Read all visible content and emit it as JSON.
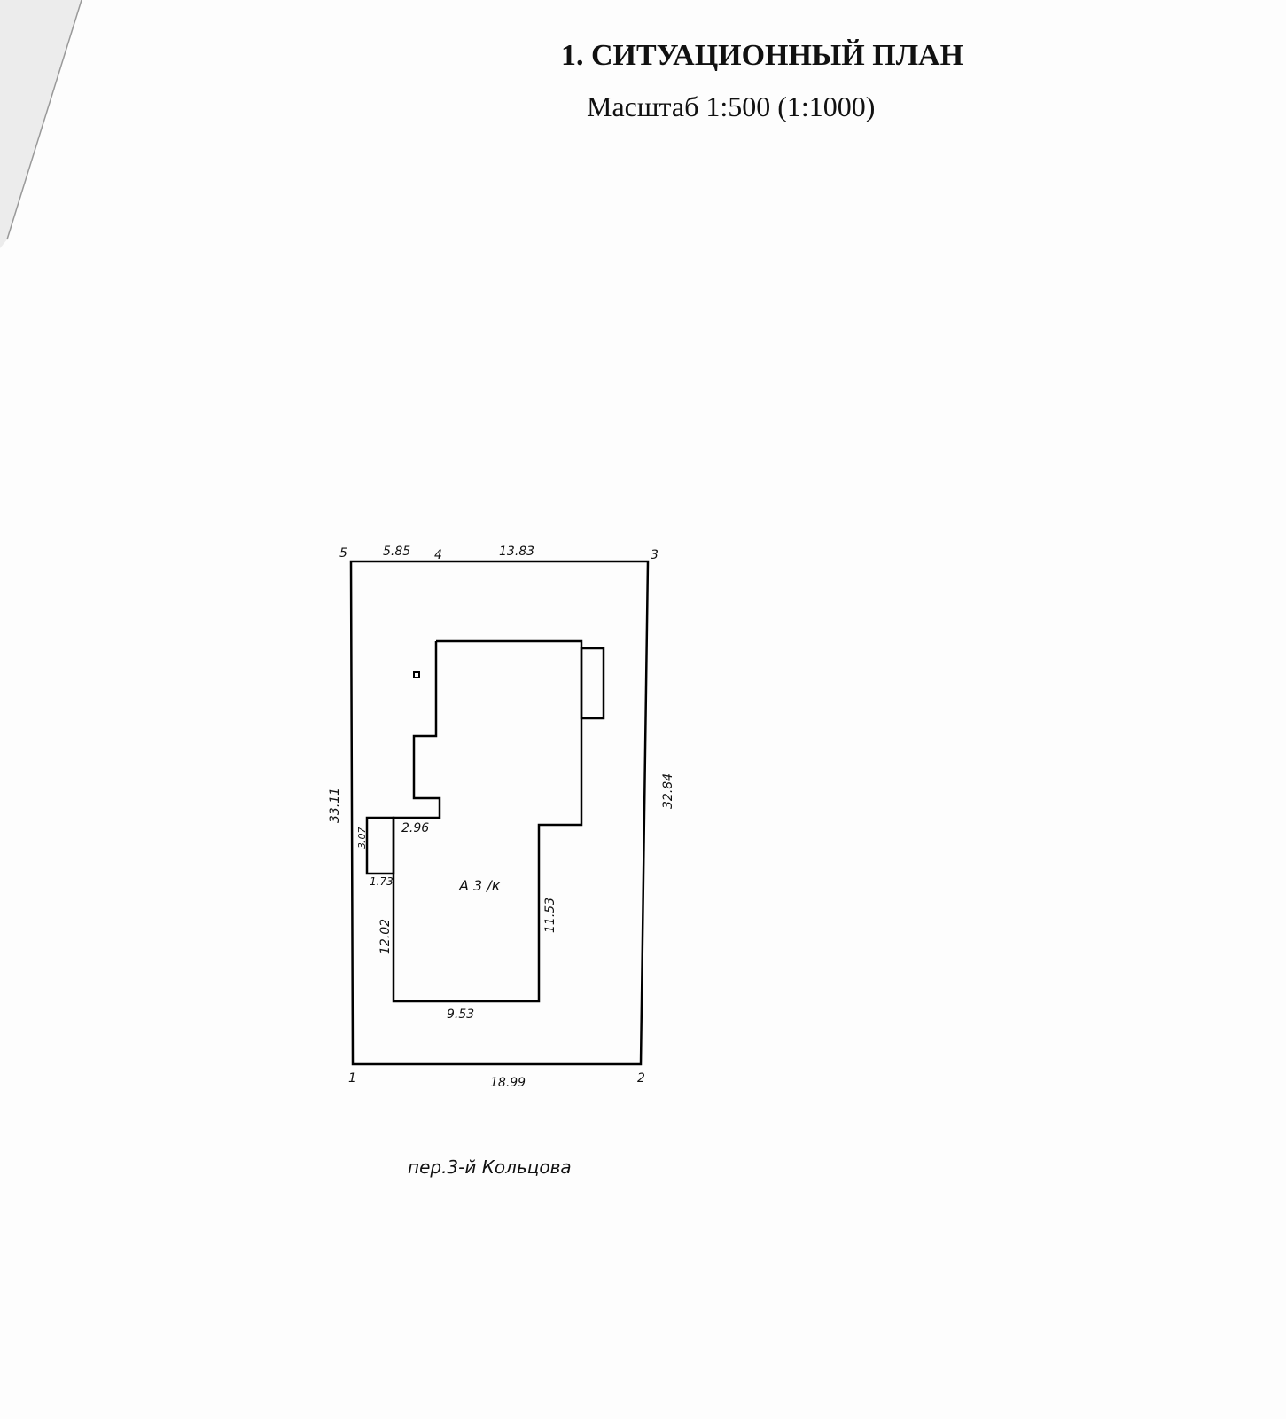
{
  "header": {
    "title": "1. СИТУАЦИОННЫЙ ПЛАН",
    "scale": "Масштаб 1:500 (1:1000)"
  },
  "plot": {
    "points": [
      "1",
      "2",
      "3",
      "4",
      "5"
    ],
    "dimensions": {
      "top_left": "5.85",
      "top_right": "13.83",
      "right": "32.84",
      "left": "33.11",
      "bottom": "18.99"
    }
  },
  "building": {
    "label": "А 3 /к",
    "dimensions": {
      "notch_width": "2.96",
      "annex_height": "3.07",
      "annex_width": "1.73",
      "left": "12.02",
      "right": "11.53",
      "bottom": "9.53"
    }
  },
  "street": "пер.3-й Кольцова"
}
